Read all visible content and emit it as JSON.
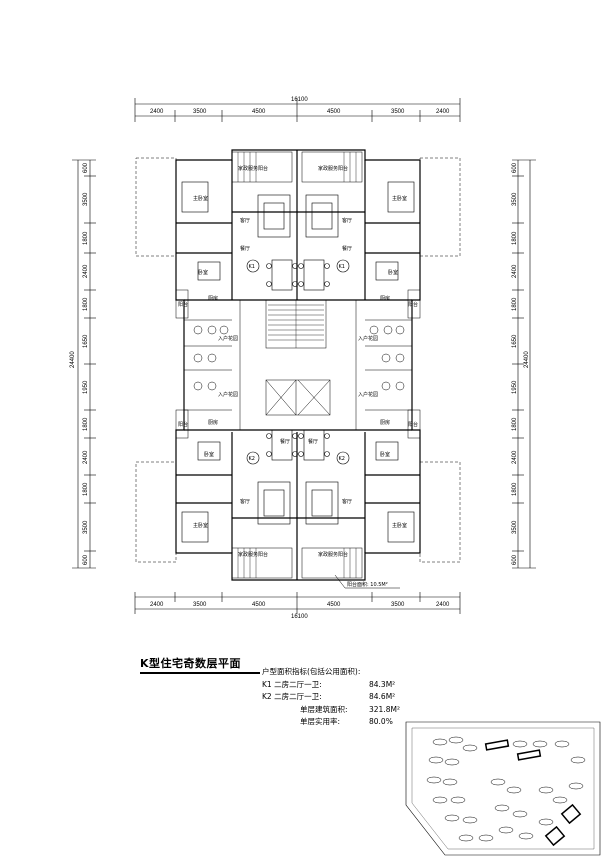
{
  "drawing": {
    "title": "K型住宅奇数层平面",
    "total_width_label": "16100",
    "total_height_label": "24400",
    "horizontal_dims": [
      "2400",
      "3500",
      "4500",
      "4500",
      "3500",
      "2400"
    ],
    "vertical_dims": [
      "600",
      "3500",
      "1800",
      "2400",
      "1800",
      "1650",
      "1950",
      "1800",
      "2400",
      "1800",
      "3500",
      "600"
    ],
    "unit_labels": {
      "k1_left": "K1",
      "k1_right": "K1",
      "k2_left": "K2",
      "k2_right": "K2"
    },
    "room_labels": {
      "master_bedroom": "主卧室",
      "living_room": "客厅",
      "dining_room": "餐厅",
      "bedroom": "卧室",
      "kitchen": "厨房",
      "toilet": "卫生间",
      "entrance": "入户花园",
      "balcony": "阳台",
      "planter": "家政服务阳台"
    },
    "note_area": "阳台面积: 10.5M²"
  },
  "metrics": {
    "heading": "户型面积指标(包括公用面积):",
    "rows": [
      {
        "label": "K1  二房二厅一卫:",
        "value": "84.3M²"
      },
      {
        "label": "K2  二房二厅一卫:",
        "value": "84.6M²"
      },
      {
        "label": "单层建筑面积:",
        "value": "321.8M²"
      },
      {
        "label": "单层实用率:",
        "value": "80.0%"
      }
    ]
  },
  "site_plan": {
    "label": "site-plan"
  }
}
